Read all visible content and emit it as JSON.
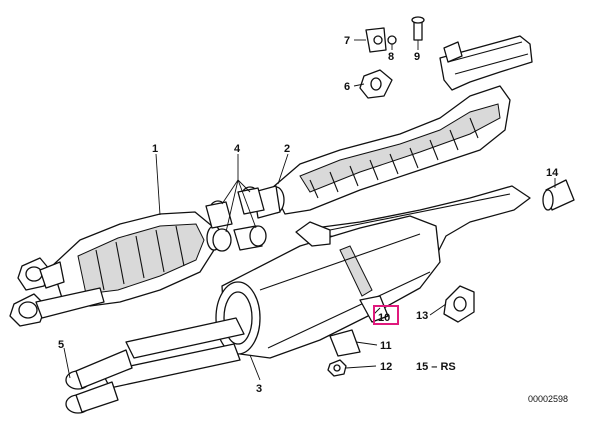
{
  "diagram": {
    "code": "00002598",
    "labels": {
      "p1": "1",
      "p2": "2",
      "p3": "3",
      "p4": "4",
      "p5": "5",
      "p6": "6",
      "p7": "7",
      "p8": "8",
      "p9": "9",
      "p10": "10",
      "p11": "11",
      "p12": "12",
      "p13": "13",
      "p14": "14",
      "p15": "15 – RS"
    },
    "highlight_color": "#e0197d"
  }
}
